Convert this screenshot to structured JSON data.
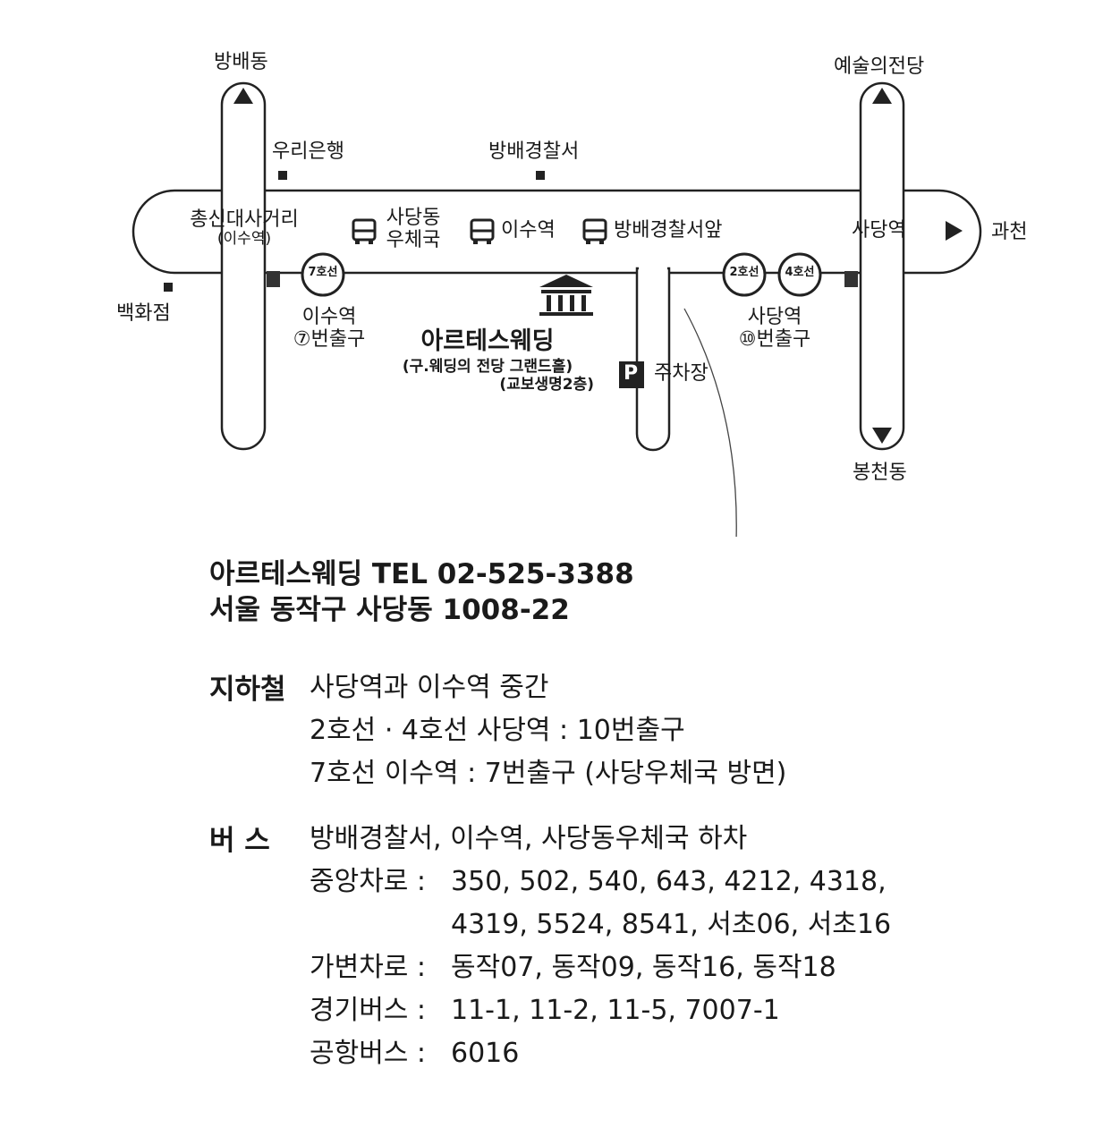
{
  "map": {
    "north_left": "방배동",
    "north_right": "예술의전당",
    "south_right": "봉천동",
    "east": "과천",
    "woori_bank": "우리은행",
    "bangbae_police": "방배경찰서",
    "dept_store": "백화점",
    "chongshin_intersection": "총신대사거리",
    "chongshin_sub": "(이수역)",
    "bus_stop_sadang_post_1": "사당동",
    "bus_stop_sadang_post_2": "우체국",
    "bus_stop_isu": "이수역",
    "bus_stop_police": "방배경찰서앞",
    "sadang_station": "사당역",
    "line7": "7호선",
    "line2": "2호선",
    "line4": "4호선",
    "isu_exit_1": "이수역",
    "isu_exit_2": "⑦번출구",
    "sadang_exit_1": "사당역",
    "sadang_exit_2": "⑩번출구",
    "venue_name": "아르테스웨딩",
    "venue_old_name": "(구.웨딩의 전당 그랜드홀)",
    "venue_floor": "(교보생명2층)",
    "parking_symbol": "P",
    "parking_label": "주차장"
  },
  "contact": {
    "line1": "아르테스웨딩  TEL 02-525-3388",
    "line2": "서울 동작구 사당동 1008-22"
  },
  "subway": {
    "title": "지하철",
    "lines": [
      "사당역과 이수역 중간",
      "2호선 · 4호선 사당역 : 10번출구",
      "7호선 이수역 : 7번출구 (사당우체국 방면)"
    ]
  },
  "bus": {
    "title": "버  스",
    "intro": "방배경찰서, 이수역, 사당동우체국 하차",
    "rows": [
      {
        "key": "중앙차로 :",
        "value": "350, 502, 540, 643, 4212, 4318, 4319, 5524, 8541, 서초06, 서초16"
      },
      {
        "key": "가변차로 :",
        "value": "동작07, 동작09, 동작16, 동작18"
      },
      {
        "key": "경기버스 :",
        "value": "11-1, 11-2, 11-5, 7007-1"
      },
      {
        "key": "공항버스 :",
        "value": "6016"
      }
    ]
  }
}
